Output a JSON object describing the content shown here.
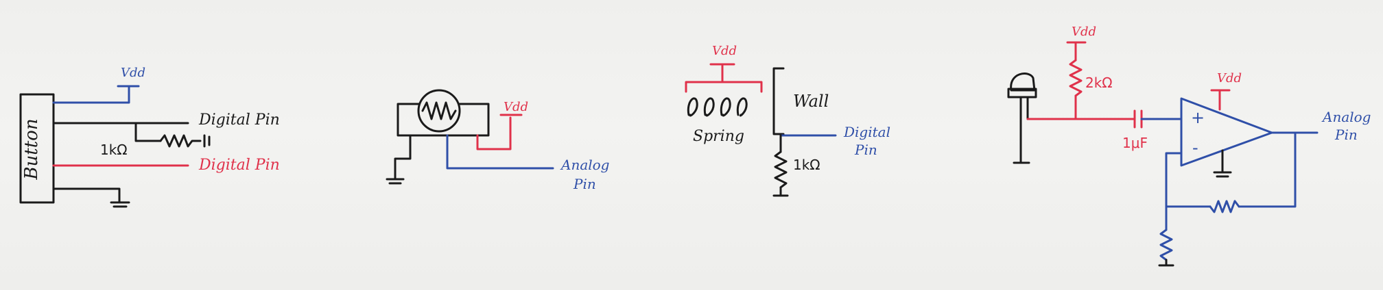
{
  "colors": {
    "ink": "#1a1a1a",
    "blue": "#2f4fa8",
    "red": "#e0314a",
    "paper": "#f1f1ef"
  },
  "circuit1": {
    "component": "Button",
    "vdd": "Vdd",
    "resistor": "1kΩ",
    "pin_top": "Digital Pin",
    "pin_bottom": "Digital Pin"
  },
  "circuit2": {
    "vdd": "Vdd",
    "pin_line1": "Analog",
    "pin_line2": "Pin"
  },
  "circuit3": {
    "vdd": "Vdd",
    "spring_label": "Spring",
    "wall_label": "Wall",
    "resistor": "1kΩ",
    "pin_line1": "Digital",
    "pin_line2": "Pin"
  },
  "circuit4": {
    "vdd_top": "Vdd",
    "resistor_top": "2kΩ",
    "capacitor": "1μF",
    "vdd_opamp": "Vdd",
    "plus": "+",
    "minus": "-",
    "pin_line1": "Analog",
    "pin_line2": "Pin"
  }
}
